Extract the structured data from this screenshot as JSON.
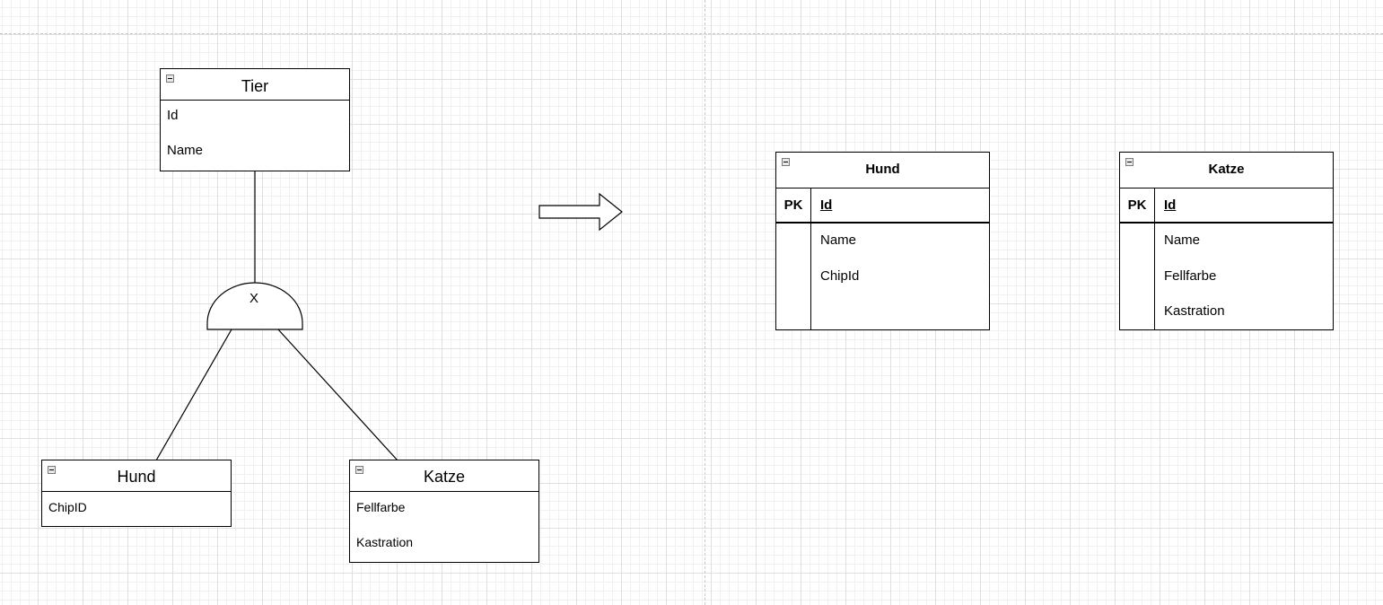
{
  "source_model": {
    "supertype": {
      "title": "Tier",
      "attributes": [
        "Id",
        "Name"
      ]
    },
    "specialization_symbol": "X",
    "subtypes": [
      {
        "title": "Hund",
        "attributes": [
          "ChipID"
        ]
      },
      {
        "title": "Katze",
        "attributes": [
          "Fellfarbe",
          "Kastration"
        ]
      }
    ]
  },
  "transformation_arrow": "arrow-right-icon",
  "target_tables": [
    {
      "title": "Hund",
      "key_label": "PK",
      "primary_key": "Id",
      "fields": [
        "Name",
        "ChipId"
      ]
    },
    {
      "title": "Katze",
      "key_label": "PK",
      "primary_key": "Id",
      "fields": [
        "Name",
        "Fellfarbe",
        "Kastration"
      ]
    }
  ],
  "colors": {
    "stroke": "#000000",
    "grid": "#e0e0e0",
    "background": "#ffffff"
  }
}
